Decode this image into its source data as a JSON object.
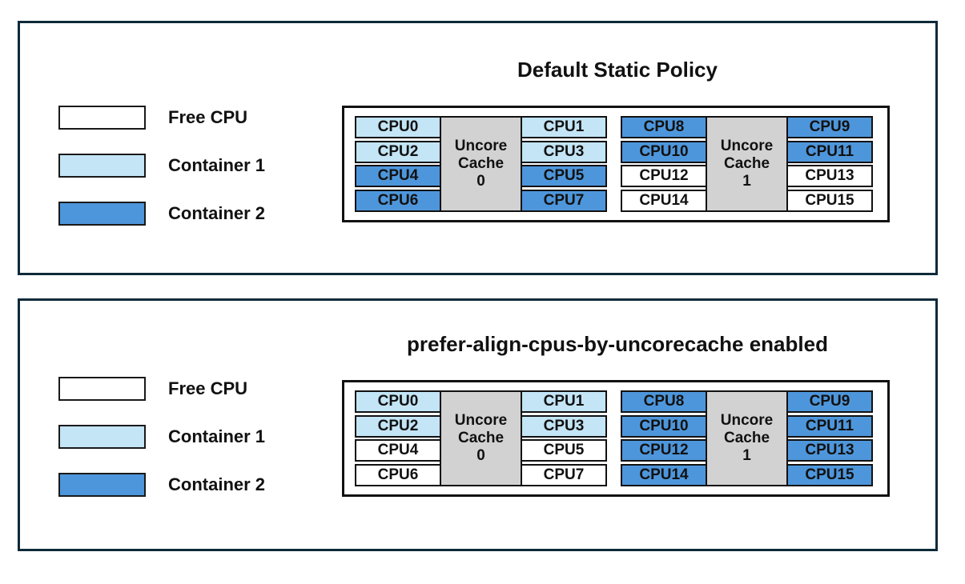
{
  "colors": {
    "panel_border": "#0e2a3a",
    "box_border": "#111111",
    "text": "#111111",
    "free": "#ffffff",
    "container1": "#c3e5f6",
    "container2": "#4e96db",
    "cache_fill": "#d2d2d2"
  },
  "legend": {
    "items": [
      {
        "label": "Free CPU",
        "state": "free"
      },
      {
        "label": "Container 1",
        "state": "container1"
      },
      {
        "label": "Container 2",
        "state": "container2"
      }
    ]
  },
  "panels": [
    {
      "title": "Default Static Policy",
      "groups": [
        {
          "cache_lines": [
            "Uncore",
            "Cache",
            "0"
          ],
          "left": [
            {
              "label": "CPU0",
              "state": "container1"
            },
            {
              "label": "CPU2",
              "state": "container1"
            },
            {
              "label": "CPU4",
              "state": "container2"
            },
            {
              "label": "CPU6",
              "state": "container2"
            }
          ],
          "right": [
            {
              "label": "CPU1",
              "state": "container1"
            },
            {
              "label": "CPU3",
              "state": "container1"
            },
            {
              "label": "CPU5",
              "state": "container2"
            },
            {
              "label": "CPU7",
              "state": "container2"
            }
          ]
        },
        {
          "cache_lines": [
            "Uncore",
            "Cache",
            "1"
          ],
          "left": [
            {
              "label": "CPU8",
              "state": "container2"
            },
            {
              "label": "CPU10",
              "state": "container2"
            },
            {
              "label": "CPU12",
              "state": "free"
            },
            {
              "label": "CPU14",
              "state": "free"
            }
          ],
          "right": [
            {
              "label": "CPU9",
              "state": "container2"
            },
            {
              "label": "CPU11",
              "state": "container2"
            },
            {
              "label": "CPU13",
              "state": "free"
            },
            {
              "label": "CPU15",
              "state": "free"
            }
          ]
        }
      ]
    },
    {
      "title": "prefer-align-cpus-by-uncorecache enabled",
      "groups": [
        {
          "cache_lines": [
            "Uncore",
            "Cache",
            "0"
          ],
          "left": [
            {
              "label": "CPU0",
              "state": "container1"
            },
            {
              "label": "CPU2",
              "state": "container1"
            },
            {
              "label": "CPU4",
              "state": "free"
            },
            {
              "label": "CPU6",
              "state": "free"
            }
          ],
          "right": [
            {
              "label": "CPU1",
              "state": "container1"
            },
            {
              "label": "CPU3",
              "state": "container1"
            },
            {
              "label": "CPU5",
              "state": "free"
            },
            {
              "label": "CPU7",
              "state": "free"
            }
          ]
        },
        {
          "cache_lines": [
            "Uncore",
            "Cache",
            "1"
          ],
          "left": [
            {
              "label": "CPU8",
              "state": "container2"
            },
            {
              "label": "CPU10",
              "state": "container2"
            },
            {
              "label": "CPU12",
              "state": "container2"
            },
            {
              "label": "CPU14",
              "state": "container2"
            }
          ],
          "right": [
            {
              "label": "CPU9",
              "state": "container2"
            },
            {
              "label": "CPU11",
              "state": "container2"
            },
            {
              "label": "CPU13",
              "state": "container2"
            },
            {
              "label": "CPU15",
              "state": "container2"
            }
          ]
        }
      ]
    }
  ]
}
